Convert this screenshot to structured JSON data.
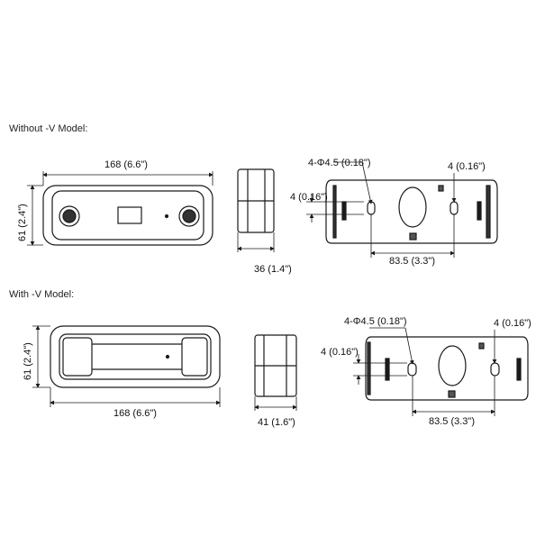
{
  "sections": {
    "without_v": {
      "title": "Without -V Model:"
    },
    "with_v": {
      "title": "With -V Model:"
    }
  },
  "dimensions": {
    "without_v": {
      "width": "168 (6.6\")",
      "height": "61 (2.4\")",
      "depth": "36 (1.4\")",
      "hole": "4-Φ4.5 (0.18\")",
      "slot_right": "4 (0.16\")",
      "slot_left": "4 (0.16\")",
      "spacing": "83.5 (3.3\")"
    },
    "with_v": {
      "width": "168 (6.6\")",
      "height": "61 (2.4\")",
      "depth": "41 (1.6\")",
      "hole": "4-Φ4.5 (0.18\")",
      "slot_right": "4 (0.16\")",
      "slot_left": "4 (0.16\")",
      "spacing": "83.5 (3.3\")"
    }
  },
  "colors": {
    "line": "#1a1a1a",
    "fill_dark": "#333333",
    "bg": "#ffffff"
  }
}
